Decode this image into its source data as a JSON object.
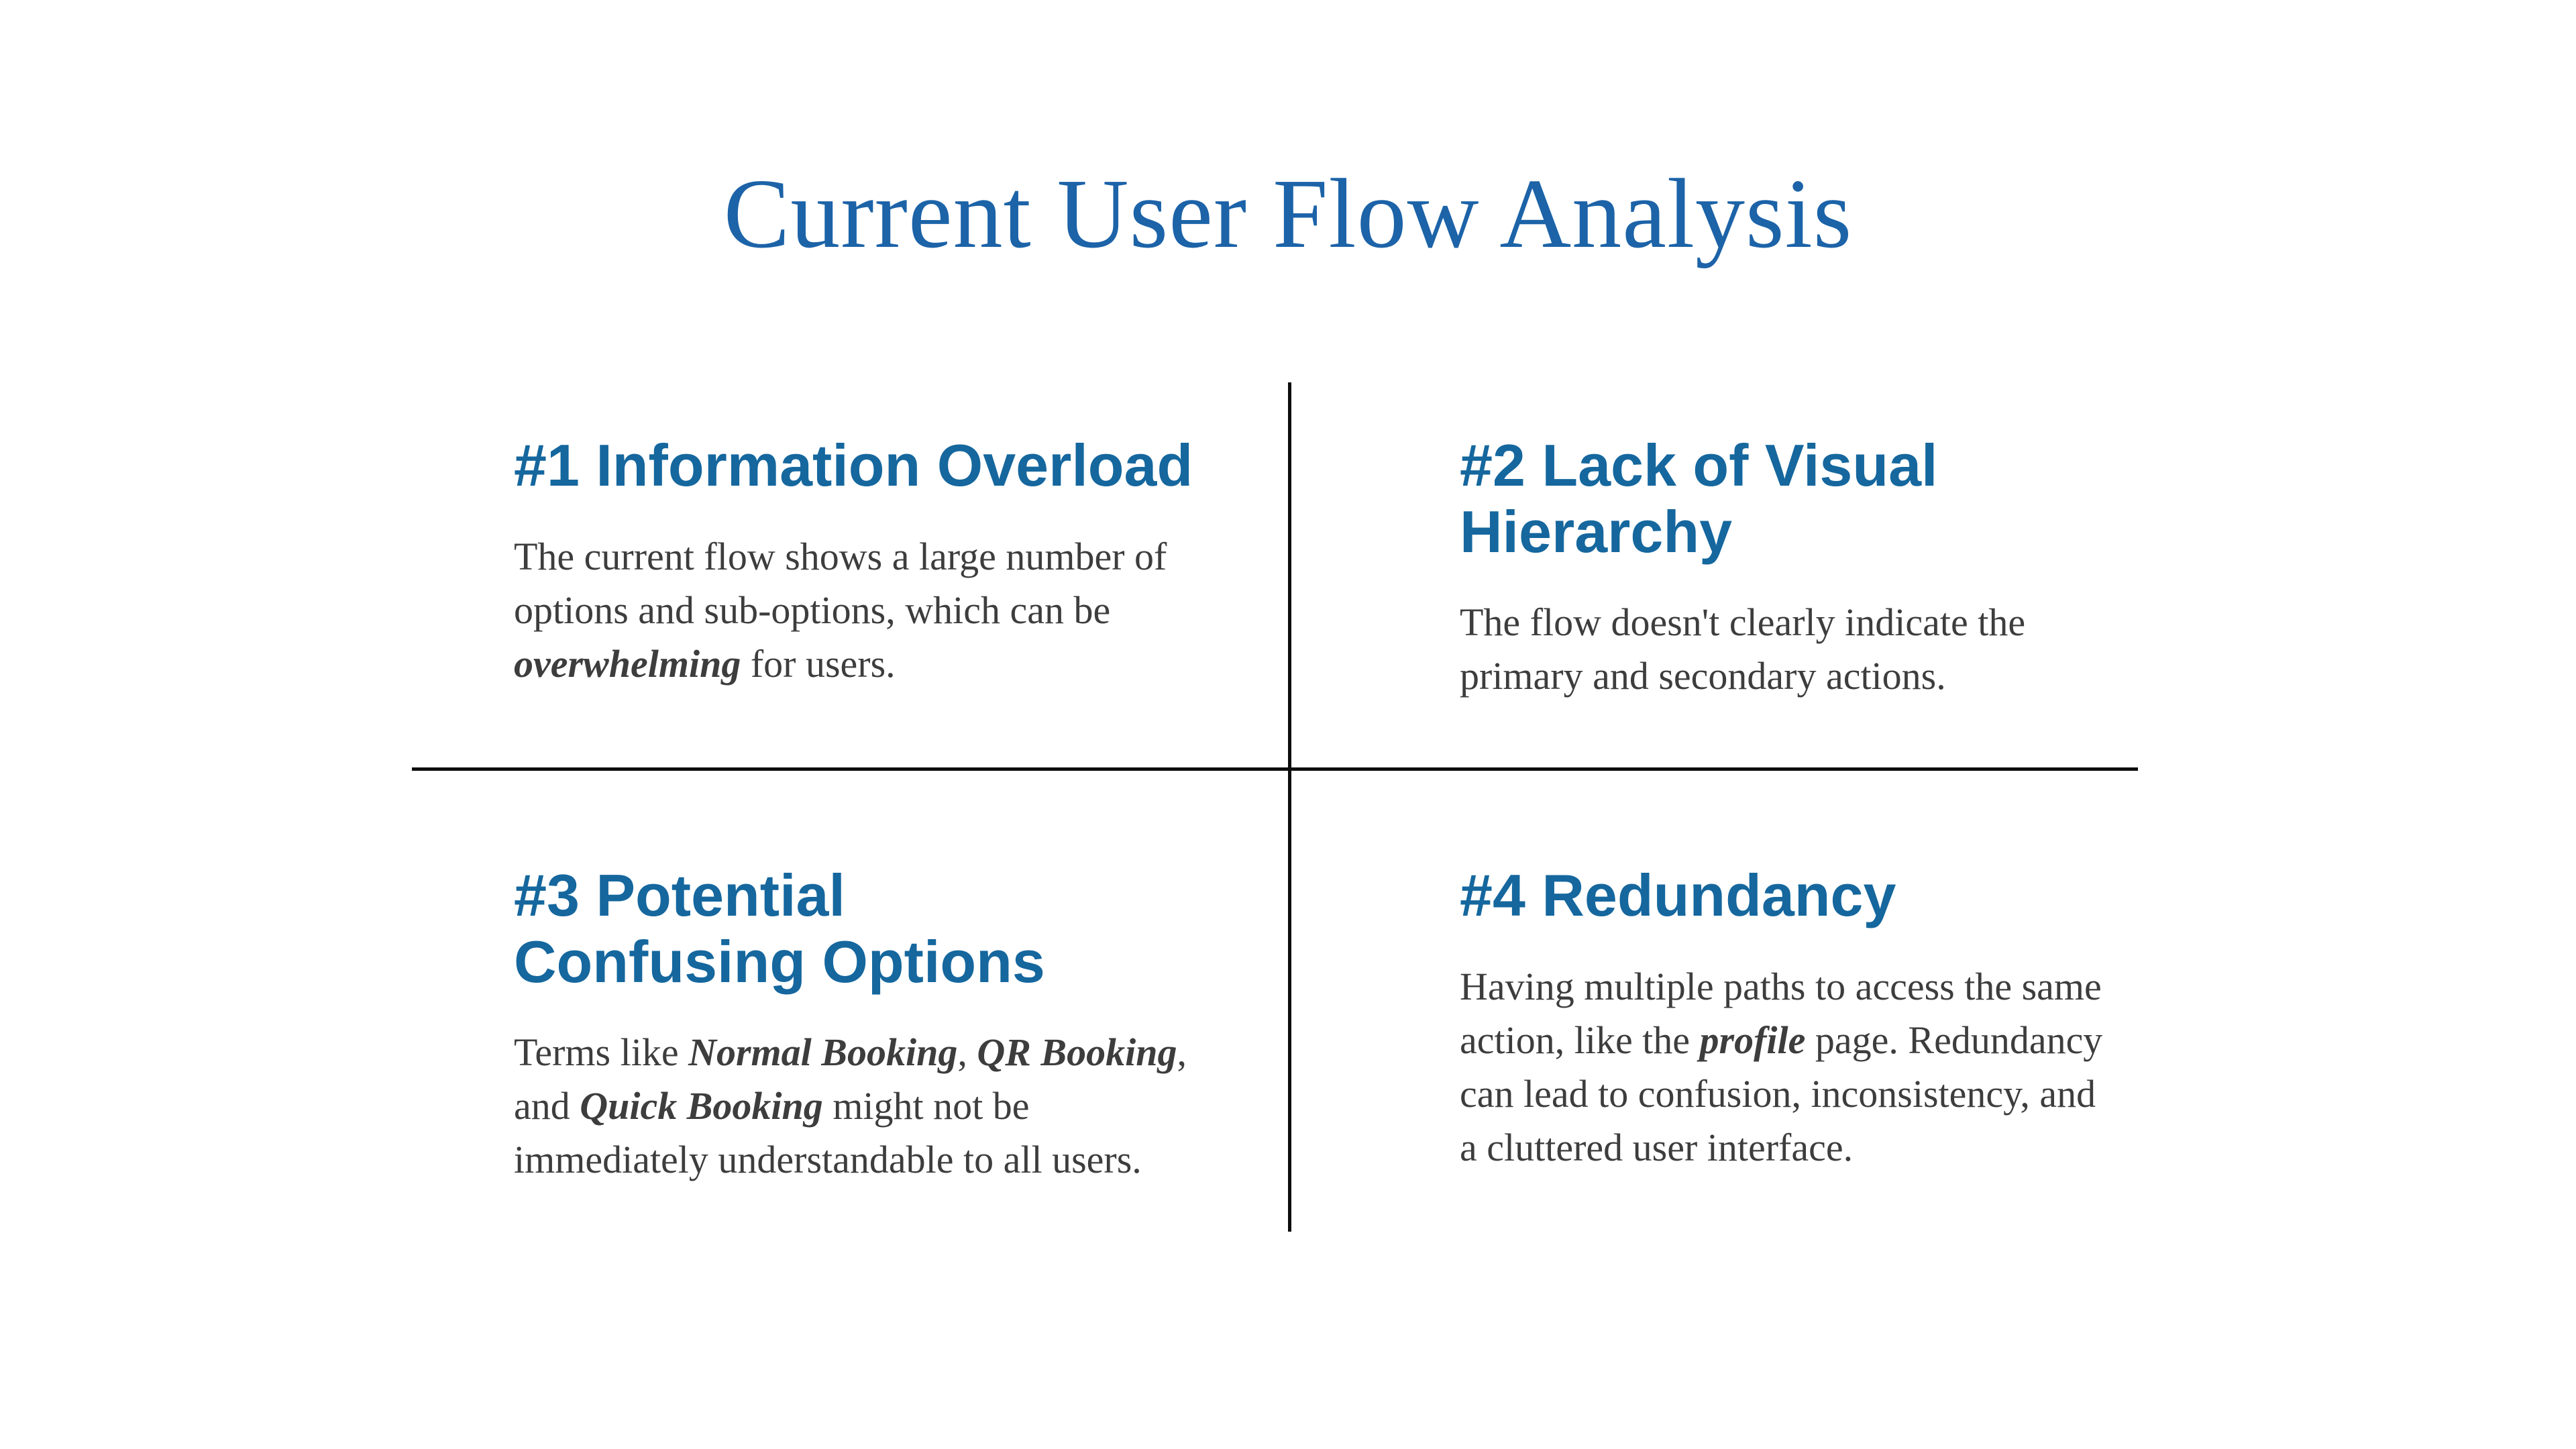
{
  "theme": {
    "background": "#ffffff",
    "title_color": "#1c63a8",
    "heading_color": "#15679e",
    "body_color": "#3d3d3d",
    "divider_color": "#0d0d0d"
  },
  "title": "Current User Flow Analysis",
  "quadrants": [
    {
      "heading": "#1 Information Overload",
      "body": [
        {
          "t": "The current flow shows a large number of options and sub-options, which can be "
        },
        {
          "t": "overwhelming",
          "em": true
        },
        {
          "t": " for users."
        }
      ]
    },
    {
      "heading": "#2 Lack of Visual Hierarchy",
      "body": [
        {
          "t": "The flow doesn't clearly indicate the primary and secondary actions."
        }
      ]
    },
    {
      "heading": "#3 Potential Confusing Options",
      "body": [
        {
          "t": "Terms like "
        },
        {
          "t": "Normal Booking",
          "em": true
        },
        {
          "t": ", "
        },
        {
          "t": "QR Booking",
          "em": true
        },
        {
          "t": ", and "
        },
        {
          "t": "Quick Booking",
          "em": true
        },
        {
          "t": " might not be immediately understandable to all users."
        }
      ]
    },
    {
      "heading": "#4 Redundancy",
      "body": [
        {
          "t": "Having multiple paths to access the same action, like the "
        },
        {
          "t": "profile",
          "em": true
        },
        {
          "t": " page. Redundancy can lead to confusion, inconsistency, and a cluttered user interface."
        }
      ]
    }
  ]
}
